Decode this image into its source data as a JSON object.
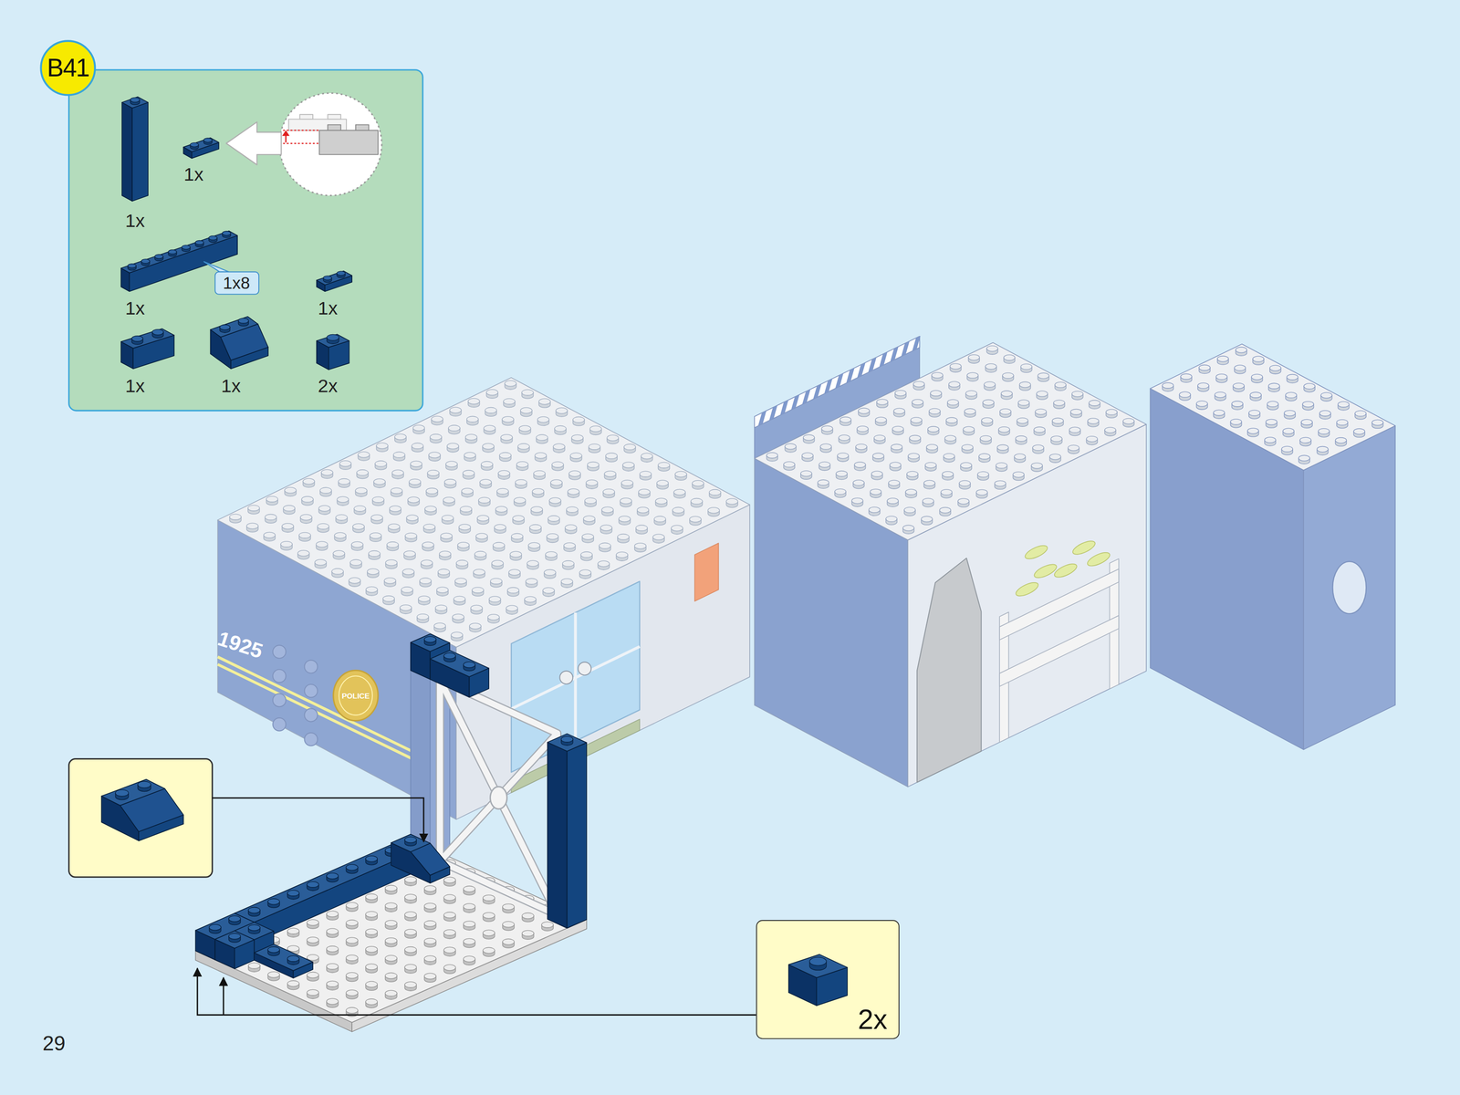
{
  "diagram": {
    "nodes": [
      {
        "text": [
          "B41"
        ]
      },
      {
        "text": [
          "2x"
        ]
      }
    ],
    "labels": [
      "1x",
      "1x",
      "1x8",
      "1x",
      "1x",
      "1x",
      "1x",
      "2x",
      "1925",
      "POLICE",
      "29"
    ]
  }
}
